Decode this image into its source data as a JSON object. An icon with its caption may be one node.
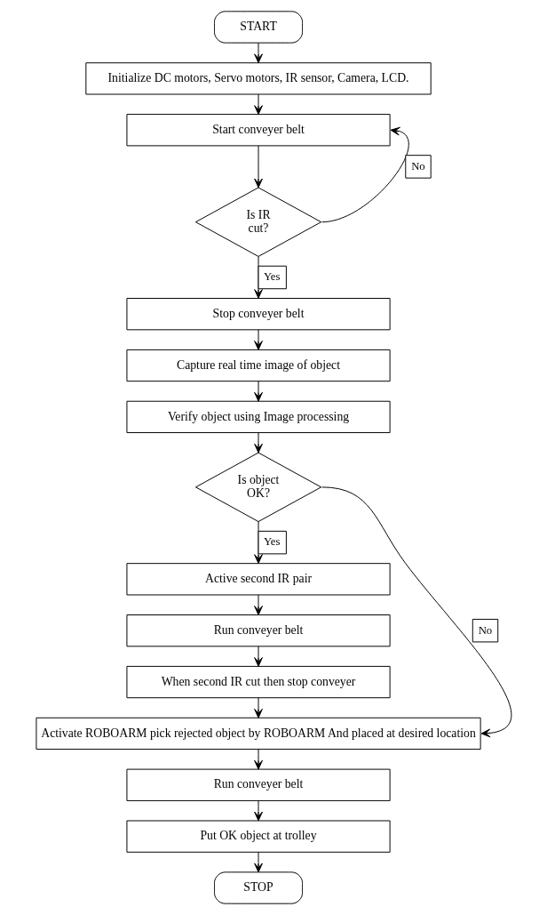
{
  "diagram": {
    "nodes": [
      {
        "text": [
          "START"
        ]
      },
      {
        "text": [
          "Initialize DC motors, Servo motors, IR sensor, Camera, LCD."
        ]
      },
      {
        "text": [
          "Start conveyer belt"
        ]
      },
      {
        "text": [
          "Is IR cut?"
        ]
      },
      {
        "text": [
          "Stop conveyer belt"
        ]
      },
      {
        "text": [
          "Capture real time image of object"
        ]
      },
      {
        "text": [
          "Verify object using Image processing"
        ]
      },
      {
        "text": [
          "Is object OK?"
        ]
      },
      {
        "text": [
          "Active second IR pair"
        ]
      },
      {
        "text": [
          "Run conveyer belt"
        ]
      },
      {
        "text": [
          "When second IR cut then stop conveyer"
        ]
      },
      {
        "text": [
          "Activate ROBOARM pick rejected object by ROBOARM And placed at desired location"
        ]
      },
      {
        "text": [
          "Run conveyer belt"
        ]
      },
      {
        "text": [
          "Put OK object at trolley"
        ]
      },
      {
        "text": [
          "STOP"
        ]
      }
    ],
    "edges": [
      {
        "from": 0,
        "to": 1,
        "arrow": "to"
      },
      {
        "from": 1,
        "to": 2,
        "arrow": "to"
      },
      {
        "from": 2,
        "to": 3,
        "arrow": "to"
      },
      {
        "from": 3,
        "to": 2,
        "arrow": "to",
        "label": "No"
      },
      {
        "from": 3,
        "to": 4,
        "arrow": "to",
        "label": "Yes"
      },
      {
        "from": 4,
        "to": 5,
        "arrow": "to"
      },
      {
        "from": 5,
        "to": 6,
        "arrow": "to"
      },
      {
        "from": 6,
        "to": 7,
        "arrow": "to"
      },
      {
        "from": 7,
        "to": 11,
        "arrow": "to",
        "label": "No"
      },
      {
        "from": 7,
        "to": 8,
        "arrow": "to",
        "label": "Yes"
      },
      {
        "from": 8,
        "to": 9,
        "arrow": "to"
      },
      {
        "from": 9,
        "to": 10,
        "arrow": "to"
      },
      {
        "from": 10,
        "to": 11,
        "arrow": "to"
      },
      {
        "from": 11,
        "to": 12,
        "arrow": "to"
      },
      {
        "from": 12,
        "to": 13,
        "arrow": "to"
      },
      {
        "from": 13,
        "to": 14,
        "arrow": "to"
      }
    ]
  }
}
